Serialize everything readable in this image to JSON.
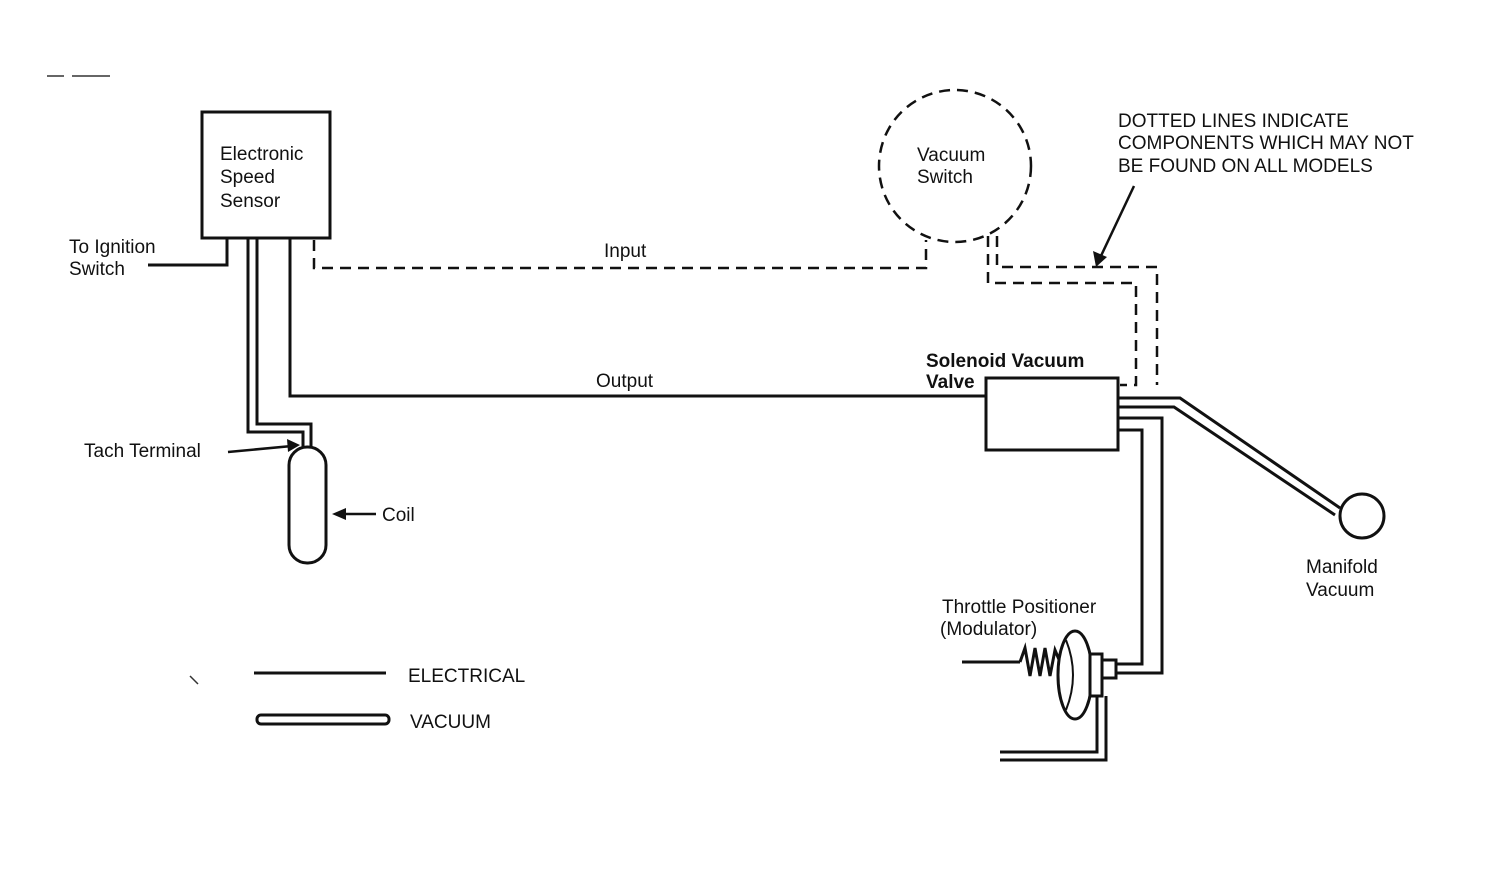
{
  "components": {
    "speed_sensor": [
      "Electronic",
      "Speed",
      "Sensor"
    ],
    "vacuum_switch": [
      "Vacuum",
      "Switch"
    ],
    "solenoid_valve": [
      "Solenoid Vacuum",
      "Valve"
    ],
    "coil": "Coil",
    "tach_terminal": "Tach Terminal",
    "ignition_switch": [
      "To Ignition",
      "Switch"
    ],
    "throttle_positioner": [
      "Throttle Positioner",
      "(Modulator)"
    ],
    "manifold_vacuum": [
      "Manifold",
      "Vacuum"
    ]
  },
  "lines": {
    "input": "Input",
    "output": "Output"
  },
  "note": [
    "DOTTED LINES INDICATE",
    "COMPONENTS WHICH MAY NOT",
    "BE FOUND ON ALL MODELS"
  ],
  "legend": {
    "electrical": "ELECTRICAL",
    "vacuum": "VACUUM"
  }
}
